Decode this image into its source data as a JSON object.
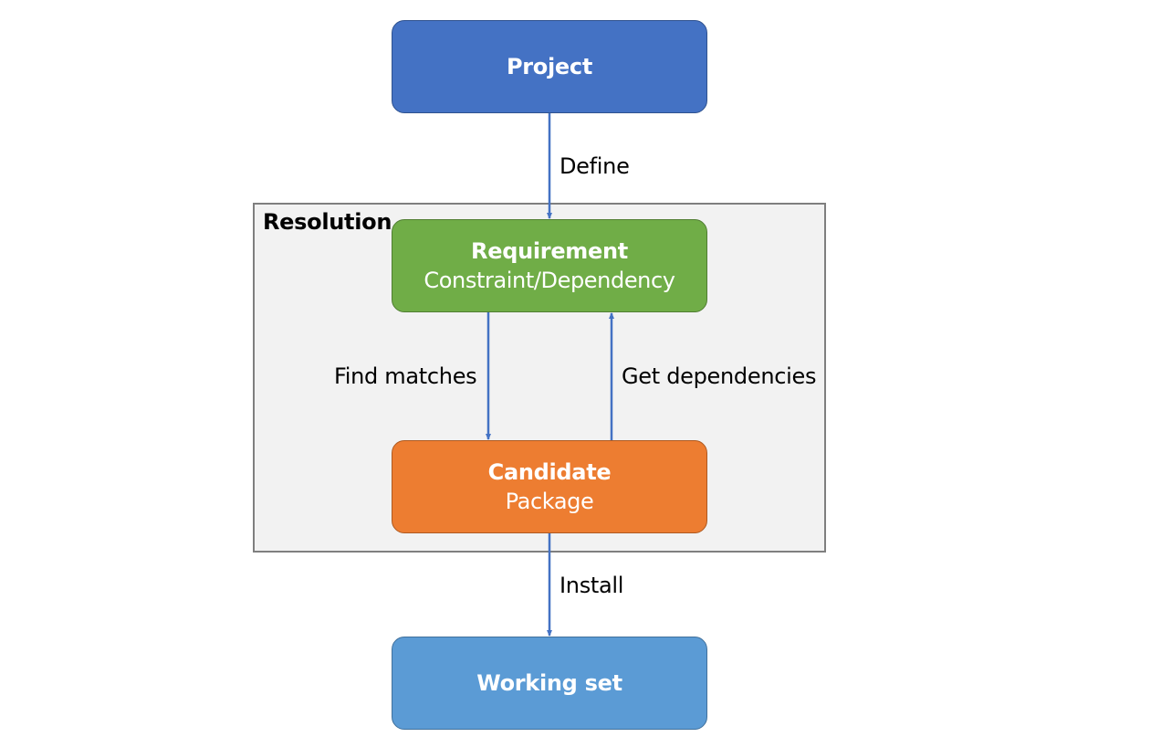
{
  "colors": {
    "project": "#4472c4",
    "requirement": "#70ad47",
    "candidate": "#ed7d31",
    "working_set": "#5b9bd5",
    "arrow": "#4472c4",
    "group_fill": "#f2f2f2",
    "group_border": "#7f7f7f"
  },
  "group": {
    "label": "Resolution"
  },
  "nodes": {
    "project": {
      "title": "Project"
    },
    "requirement": {
      "title": "Requirement",
      "subtitle": "Constraint/Dependency"
    },
    "candidate": {
      "title": "Candidate",
      "subtitle": "Package"
    },
    "working_set": {
      "title": "Working set"
    }
  },
  "edges": {
    "define": "Define",
    "find_matches": "Find matches",
    "get_dependencies": "Get dependencies",
    "install": "Install"
  }
}
